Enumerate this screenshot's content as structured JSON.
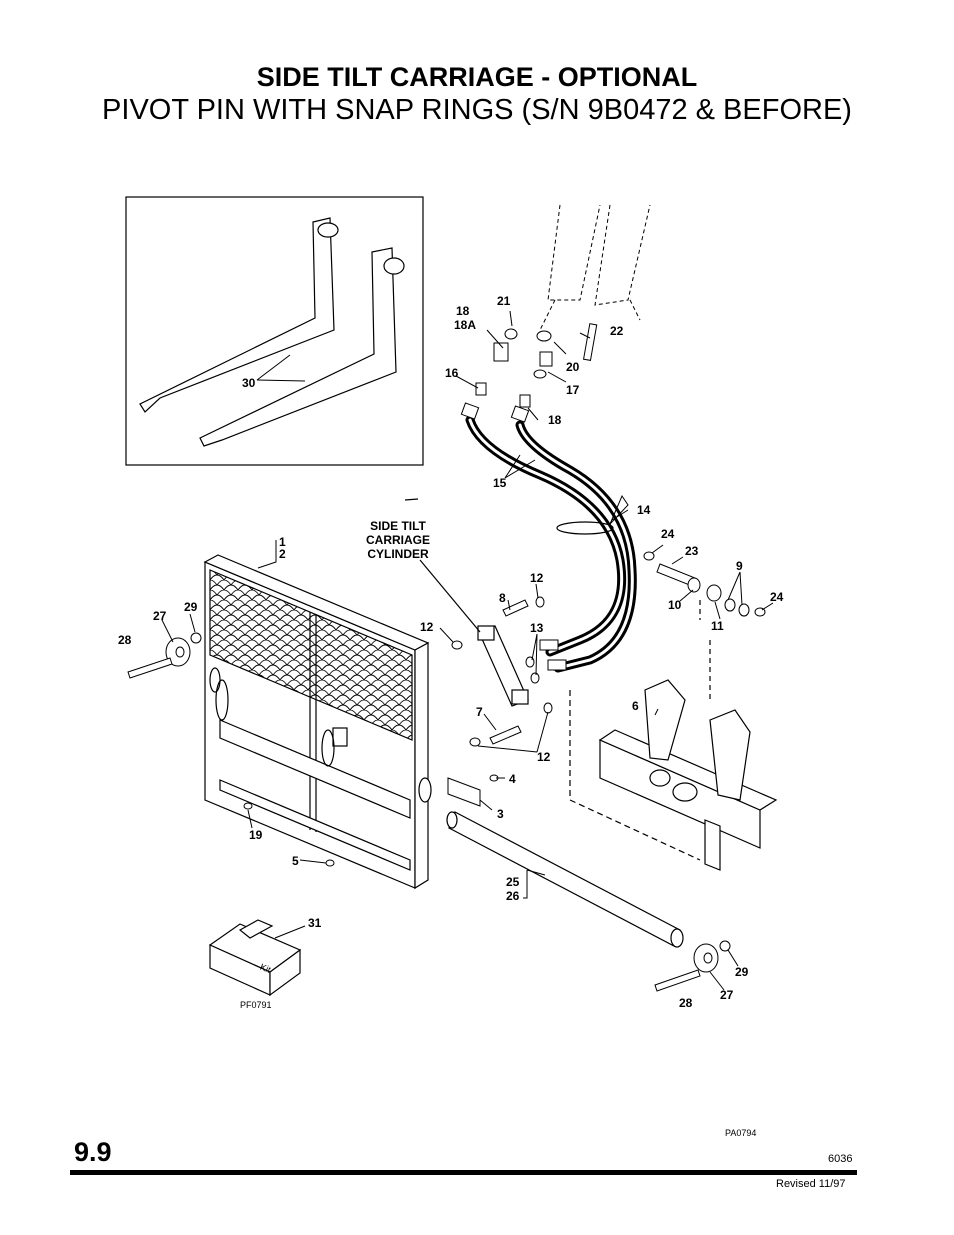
{
  "title": "SIDE TILT CARRIAGE - OPTIONAL",
  "subtitle": "PIVOT PIN WITH SNAP RINGS (S/N 9B0472 & BEFORE)",
  "callouts": {
    "c1": "1",
    "c2": "2",
    "c3": "3",
    "c4": "4",
    "c5": "5",
    "c6": "6",
    "c7": "7",
    "c8": "8",
    "c9": "9",
    "c10": "10",
    "c11": "11",
    "c12a": "12",
    "c12b": "12",
    "c12c": "12",
    "c13": "13",
    "c14": "14",
    "c15": "15",
    "c16": "16",
    "c17": "17",
    "c18": "18",
    "c18b": "18",
    "c18a": "18A",
    "c19": "19",
    "c20": "20",
    "c21": "21",
    "c22": "22",
    "c23": "23",
    "c24a": "24",
    "c24b": "24",
    "c25": "25",
    "c26": "26",
    "c27a": "27",
    "c27b": "27",
    "c28a": "28",
    "c28b": "28",
    "c29a": "29",
    "c29b": "29",
    "c30": "30",
    "c31": "31"
  },
  "cylinder_label": [
    "SIDE TILT",
    "CARRIAGE",
    "CYLINDER"
  ],
  "kit_label": "Kit",
  "figure_code_inset": "PF0791",
  "figure_code_main": "PA0794",
  "section_number": "9.9",
  "page_code": "6036",
  "revised": "Revised 11/97"
}
